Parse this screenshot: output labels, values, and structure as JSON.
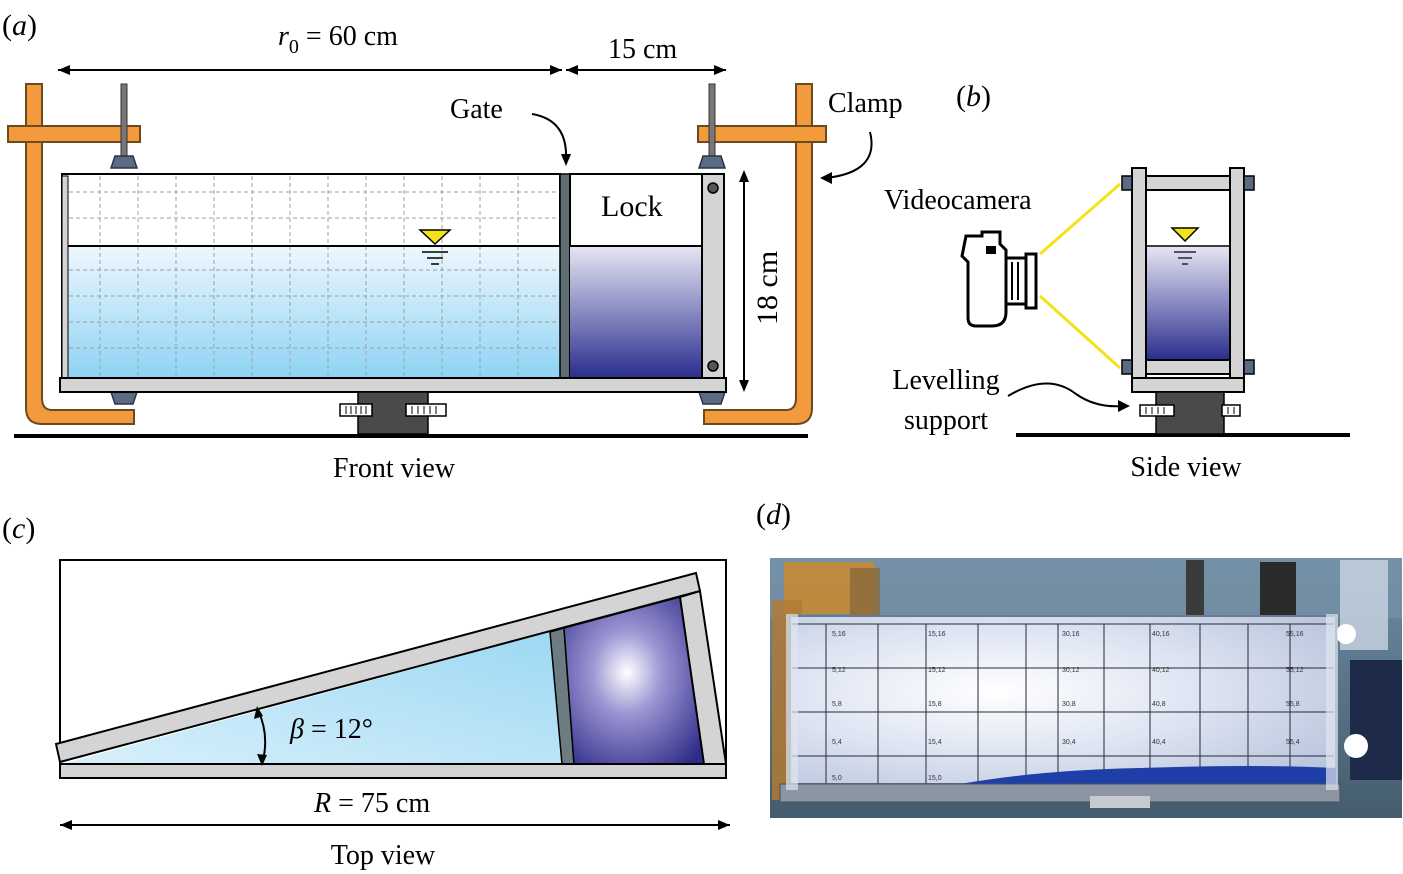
{
  "panels": {
    "a": {
      "letter": "a",
      "caption": "Front view"
    },
    "b": {
      "letter": "b",
      "caption": "Side view"
    },
    "c": {
      "letter": "c",
      "caption": "Top view"
    },
    "d": {
      "letter": "d"
    }
  },
  "labels": {
    "r0_symbol": "r",
    "r0_subscript": "0",
    "r0_value": " = 60 cm",
    "lock_length": "15 cm",
    "gate": "Gate",
    "clamp": "Clamp",
    "lock": "Lock",
    "height": "18 cm",
    "videocamera": "Videocamera",
    "levelling_line1": "Levelling",
    "levelling_line2": "support",
    "beta_symbol": "β",
    "beta_value": " = 12°",
    "R_symbol": "R",
    "R_value": " = 75 cm"
  },
  "photo_ticks": [
    [
      "5,16",
      "15,16",
      "30,16",
      "40,16",
      "55,16"
    ],
    [
      "5,12",
      "15,12",
      "30,12",
      "40,12",
      "55,12"
    ],
    [
      "5,8",
      "15,8",
      "30,8",
      "40,8",
      "55,8"
    ],
    [
      "5,4",
      "15,4",
      "30,4",
      "40,4",
      "55,4"
    ],
    [
      "5,0",
      "15,0",
      "",
      "",
      ""
    ]
  ],
  "colors": {
    "clamp": "#f39a3c",
    "water_top": "#eef7fd",
    "water_bottom": "#8fd3f4",
    "dye_top": "#e7e6f4",
    "dye_bottom": "#2a2e8e",
    "frame": "#d4d4d4",
    "free_surface_marker": "#f5e31a",
    "camera_lines": "#f5e31a"
  }
}
